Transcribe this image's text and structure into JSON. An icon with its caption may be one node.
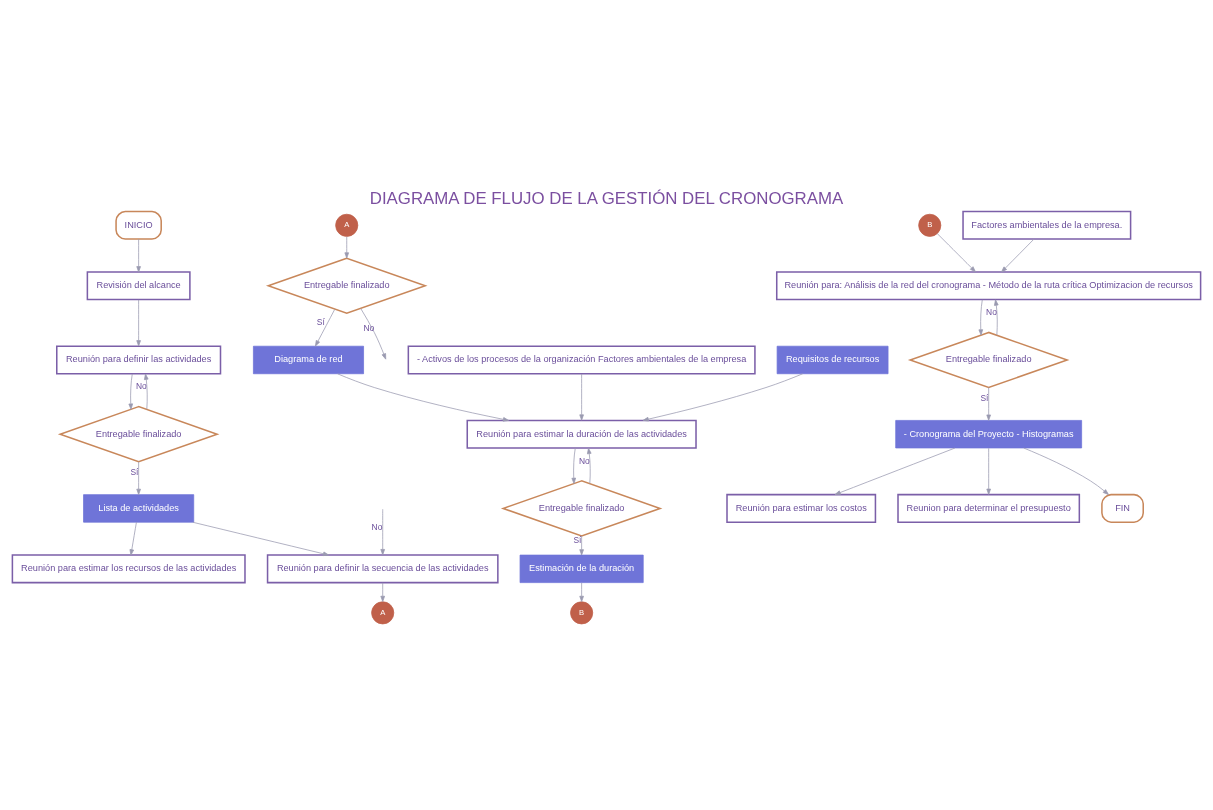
{
  "diagram": {
    "title": "DIAGRAMA DE FLUJO DE LA GESTIÓN DEL CRONOGRAMA",
    "nodes": [
      {
        "text": [
          "INICIO"
        ]
      },
      {
        "text": [
          "Revisión del alcance"
        ]
      },
      {
        "text": [
          "Reunión para definir las actividades"
        ]
      },
      {
        "text": [
          "Entregable finalizado"
        ]
      },
      {
        "text": [
          "Lista de actividades"
        ]
      },
      {
        "text": [
          "Reunión para estimar los recursos de las actividades"
        ]
      },
      {
        "text": [
          "Reunión para definir la secuencia de las actividades"
        ]
      },
      {
        "text": [
          "A"
        ]
      },
      {
        "text": [
          "A"
        ]
      },
      {
        "text": [
          "Entregable finalizado"
        ]
      },
      {
        "text": [
          "Diagrama de red"
        ]
      },
      {
        "text": [
          "- Activos de los procesos de la organización Factores ambientales de la empresa"
        ]
      },
      {
        "text": [
          "Reunión para estimar la duración de las actividades"
        ]
      },
      {
        "text": [
          "Requisitos de recursos"
        ]
      },
      {
        "text": [
          "Entregable finalizado"
        ]
      },
      {
        "text": [
          "Estimación de la duración"
        ]
      },
      {
        "text": [
          "B"
        ]
      },
      {
        "text": [
          "B"
        ]
      },
      {
        "text": [
          "Factores ambientales de la empresa."
        ]
      },
      {
        "text": [
          "Reunión para: Análisis de la red del cronograma - Método de la ruta crítica Optimizacion de recursos"
        ]
      },
      {
        "text": [
          "Entregable finalizado"
        ]
      },
      {
        "text": [
          "- Cronograma del Proyecto - Histogramas"
        ]
      },
      {
        "text": [
          "Reunión para estimar los costos"
        ]
      },
      {
        "text": [
          "Reunion para determinar el presupuesto"
        ]
      },
      {
        "text": [
          "FIN"
        ]
      }
    ],
    "edges": [
      {
        "from": 0,
        "to": 1,
        "arrow": "to"
      },
      {
        "from": 1,
        "to": 2,
        "arrow": "to"
      },
      {
        "from": 2,
        "to": 3,
        "arrow": "to"
      },
      {
        "from": 3,
        "to": 2,
        "arrow": "to",
        "label": "No"
      },
      {
        "from": 3,
        "to": 4,
        "arrow": "to",
        "label": "Sí"
      },
      {
        "from": 4,
        "to": 5,
        "arrow": "to"
      },
      {
        "from": 4,
        "to": 6,
        "arrow": "to"
      },
      {
        "from": null,
        "to": 6,
        "arrow": "to",
        "label": "No"
      },
      {
        "from": 6,
        "to": 7,
        "arrow": "to"
      },
      {
        "from": 8,
        "to": 9,
        "arrow": "to"
      },
      {
        "from": 9,
        "to": null,
        "arrow": "to",
        "label": "No"
      },
      {
        "from": 9,
        "to": 10,
        "arrow": "to",
        "label": "Sí"
      },
      {
        "from": 10,
        "to": 12,
        "arrow": "to"
      },
      {
        "from": 11,
        "to": 12,
        "arrow": "to"
      },
      {
        "from": 13,
        "to": 12,
        "arrow": "to"
      },
      {
        "from": 12,
        "to": 14,
        "arrow": "to"
      },
      {
        "from": 14,
        "to": 12,
        "arrow": "to",
        "label": "No"
      },
      {
        "from": 14,
        "to": 15,
        "arrow": "to",
        "label": "Sí"
      },
      {
        "from": 15,
        "to": 16,
        "arrow": "to"
      },
      {
        "from": 17,
        "to": 19,
        "arrow": "to"
      },
      {
        "from": 18,
        "to": 19,
        "arrow": "to"
      },
      {
        "from": 19,
        "to": 20,
        "arrow": "to"
      },
      {
        "from": 20,
        "to": 19,
        "arrow": "to",
        "label": "No"
      },
      {
        "from": 20,
        "to": 21,
        "arrow": "to",
        "label": "Sí"
      },
      {
        "from": 21,
        "to": 22,
        "arrow": "to"
      },
      {
        "from": 21,
        "to": 23,
        "arrow": "to"
      },
      {
        "from": 21,
        "to": 24,
        "arrow": "to"
      }
    ]
  }
}
